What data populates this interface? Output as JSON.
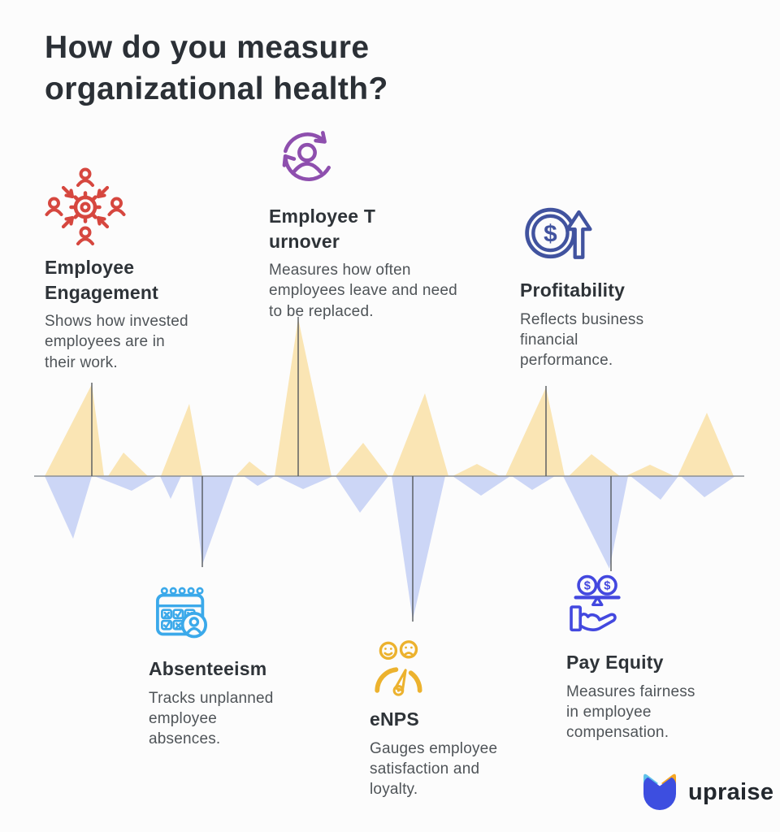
{
  "page": {
    "background": "#fcfcfc",
    "title": "How do you measure\norganizational health?"
  },
  "metrics": [
    {
      "id": "engagement",
      "title": "Employee\nEngagement",
      "description": "Shows how invested\nemployees are in\ntheir work.",
      "icon": "people-network-icon",
      "color": "#D6473F"
    },
    {
      "id": "turnover",
      "title": "Employee T\nurnover",
      "description": "Measures how often\nemployees leave and need\nto be replaced.",
      "icon": "person-cycle-icon",
      "color": "#8E4FAE"
    },
    {
      "id": "profitability",
      "title": "Profitability",
      "description": "Reflects business\nfinancial\nperformance.",
      "icon": "coin-growth-icon",
      "color": "#41539F"
    },
    {
      "id": "absenteeism",
      "title": "Absenteeism",
      "description": "Tracks unplanned\nemployee\nabsences.",
      "icon": "calendar-attendance-icon",
      "color": "#3BA9EA"
    },
    {
      "id": "enps",
      "title": "eNPS",
      "description": "Gauges employee\nsatisfaction and\nloyalty.",
      "icon": "satisfaction-gauge-icon",
      "color": "#ECB22E"
    },
    {
      "id": "payequity",
      "title": "Pay Equity",
      "description": "Measures fairness\nin employee\ncompensation.",
      "icon": "pay-balance-icon",
      "color": "#4348DF"
    }
  ],
  "icons": {
    "dollar": "$"
  },
  "logo": {
    "text": "upraise",
    "text_color": "#23282e",
    "mark_colors": {
      "body": "#3D4EE0",
      "left_ear": "#5FC2E9",
      "right_ear": "#F6A623"
    }
  },
  "chart_data": {
    "type": "area",
    "title": "",
    "xlabel": "",
    "ylabel": "",
    "grid": false,
    "legend": false,
    "note": "decorative two-tone sparkline; coordinates are page pixels, baseline is zero line",
    "baseline_y": 586,
    "x_range": [
      42,
      916
    ],
    "baseline_color": "#8C9196",
    "connector_color": "#55595D",
    "series": [
      {
        "name": "positive-peaks",
        "color": "#FAE5B4",
        "points": [
          [
            55,
            586
          ],
          [
            113,
            473
          ],
          [
            128,
            586
          ],
          [
            133,
            586
          ],
          [
            152,
            557
          ],
          [
            182,
            586
          ],
          [
            198,
            586
          ],
          [
            233,
            497
          ],
          [
            249,
            586
          ],
          [
            290,
            586
          ],
          [
            307,
            568
          ],
          [
            330,
            586
          ],
          [
            338,
            586
          ],
          [
            367,
            392
          ],
          [
            408,
            586
          ],
          [
            413,
            586
          ],
          [
            447,
            545
          ],
          [
            478,
            586
          ],
          [
            483,
            586
          ],
          [
            523,
            484
          ],
          [
            552,
            586
          ],
          [
            557,
            586
          ],
          [
            587,
            571
          ],
          [
            615,
            586
          ],
          [
            622,
            586
          ],
          [
            672,
            477
          ],
          [
            695,
            586
          ],
          [
            700,
            586
          ],
          [
            728,
            559
          ],
          [
            763,
            586
          ],
          [
            770,
            586
          ],
          [
            800,
            572
          ],
          [
            830,
            586
          ],
          [
            834,
            586
          ],
          [
            870,
            508
          ],
          [
            903,
            586
          ],
          [
            905,
            586
          ]
        ]
      },
      {
        "name": "negative-valleys",
        "color": "#CCD6F6",
        "points": [
          [
            55,
            586
          ],
          [
            90,
            663
          ],
          [
            113,
            586
          ],
          [
            116,
            586
          ],
          [
            162,
            604
          ],
          [
            193,
            586
          ],
          [
            197,
            586
          ],
          [
            210,
            614
          ],
          [
            223,
            586
          ],
          [
            236,
            586
          ],
          [
            249,
            695
          ],
          [
            288,
            586
          ],
          [
            300,
            586
          ],
          [
            317,
            598
          ],
          [
            338,
            586
          ],
          [
            340,
            586
          ],
          [
            373,
            602
          ],
          [
            410,
            586
          ],
          [
            413,
            586
          ],
          [
            443,
            631
          ],
          [
            478,
            586
          ],
          [
            482,
            586
          ],
          [
            508,
            763
          ],
          [
            548,
            586
          ],
          [
            557,
            586
          ],
          [
            592,
            610
          ],
          [
            628,
            586
          ],
          [
            630,
            586
          ],
          [
            655,
            603
          ],
          [
            683,
            586
          ],
          [
            693,
            586
          ],
          [
            750,
            700
          ],
          [
            773,
            586
          ],
          [
            776,
            586
          ],
          [
            813,
            615
          ],
          [
            835,
            586
          ],
          [
            838,
            586
          ],
          [
            867,
            612
          ],
          [
            905,
            586
          ]
        ]
      }
    ],
    "connectors": [
      {
        "metric": "engagement",
        "x": 113,
        "y1": 471,
        "y2": 586
      },
      {
        "metric": "turnover",
        "x": 367,
        "y1": 390,
        "y2": 586
      },
      {
        "metric": "profitability",
        "x": 672,
        "y1": 475,
        "y2": 586
      },
      {
        "metric": "absenteeism",
        "x": 249,
        "y1": 586,
        "y2": 698
      },
      {
        "metric": "enps",
        "x": 508,
        "y1": 586,
        "y2": 765
      },
      {
        "metric": "payequity",
        "x": 752,
        "y1": 586,
        "y2": 703
      }
    ]
  }
}
